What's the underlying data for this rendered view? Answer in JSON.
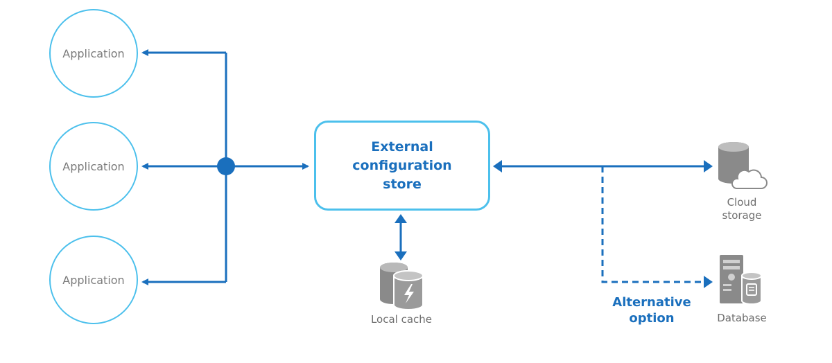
{
  "applications": [
    {
      "label": "Application"
    },
    {
      "label": "Application"
    },
    {
      "label": "Application"
    }
  ],
  "store": {
    "label_lines": [
      "External",
      "configuration",
      "store"
    ]
  },
  "local_cache": {
    "label": "Local cache",
    "icon": "local-cache-icon"
  },
  "cloud_storage": {
    "label_lines": [
      "Cloud",
      "storage"
    ],
    "icon": "cloud-storage-icon"
  },
  "database": {
    "label": "Database",
    "icon": "database-server-icon"
  },
  "alternative": {
    "label_lines": [
      "Alternative",
      "option"
    ]
  },
  "colors": {
    "arrow": "#1a6fbd",
    "outline": "#4cc0ec",
    "icon_gray": "#8a8a8a",
    "label_gray": "#6e6e6e"
  }
}
